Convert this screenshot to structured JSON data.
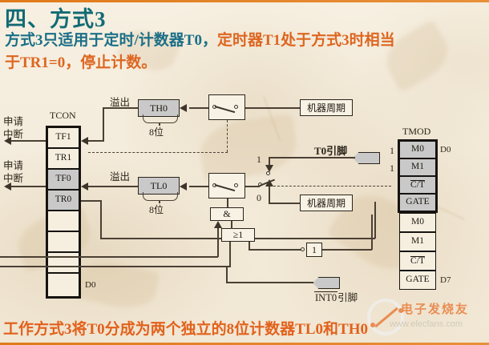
{
  "slide": {
    "title": "四、方式3",
    "paragraph": {
      "line1_teal": "方式3只适用于定时/计数器T0，",
      "line1_orange": "定时器T1处于方式3时相当",
      "line2_orange": "于TR1=0，停止计数。"
    },
    "footer": "工作方式3将T0分成为两个独立的8位计数器TL0和TH0",
    "colors": {
      "title": "#116b74",
      "teal_text": "#1b6f87",
      "orange_text": "#dd6620",
      "footer": "#e2611c",
      "page_bg": "#f4ecdc",
      "rule": "#e07a1a",
      "shaded_cell": "#c9c9c9",
      "wire": "#4a4034"
    }
  },
  "diagram": {
    "labels": {
      "interrupt_request_1": [
        "申请",
        "中断"
      ],
      "interrupt_request_2": [
        "申请",
        "中断"
      ],
      "tcon_title": "TCON",
      "tmod_title": "TMOD",
      "overflow_1": "溢出",
      "overflow_2": "溢出",
      "bits_1": "8位",
      "bits_2": "8位",
      "machine_cycle_1": "机器周期",
      "machine_cycle_2": "机器周期",
      "t0_pin": "T0引脚",
      "int0_pin": "INT0引脚",
      "int0_pin_overline": "INT0",
      "int0_pin_rest": "引脚",
      "d0_left": "D0",
      "d0_right": "D0",
      "d7_right": "D7",
      "sw_one": "1",
      "sw_zero": "0",
      "tmod_m0_value": "1",
      "tmod_m1_value": "1"
    },
    "tcon": {
      "title": "TCON",
      "cells": [
        {
          "label": "TF1",
          "shaded": false
        },
        {
          "label": "TR1",
          "shaded": false
        },
        {
          "label": "TF0",
          "shaded": true
        },
        {
          "label": "TR0",
          "shaded": true
        },
        {
          "label": "",
          "shaded": false
        },
        {
          "label": "",
          "shaded": false
        },
        {
          "label": "",
          "shaded": false
        },
        {
          "label": "",
          "shaded": false
        }
      ]
    },
    "tmod": {
      "title": "TMOD",
      "cells": [
        {
          "label": "M0",
          "shaded": true,
          "overline": false
        },
        {
          "label": "M1",
          "shaded": true,
          "overline": false
        },
        {
          "label": "C/T",
          "shaded": true,
          "overline": true
        },
        {
          "label": "GATE",
          "shaded": true,
          "overline": false
        },
        {
          "label": "M0",
          "shaded": false,
          "overline": false
        },
        {
          "label": "M1",
          "shaded": false,
          "overline": false
        },
        {
          "label": "C/T",
          "shaded": false,
          "overline": true
        },
        {
          "label": "GATE",
          "shaded": false,
          "overline": false
        }
      ]
    },
    "counters": [
      {
        "name": "TH0",
        "bits": "8位"
      },
      {
        "name": "TL0",
        "bits": "8位"
      }
    ],
    "gates": [
      {
        "name": "and-gate",
        "symbol": "&"
      },
      {
        "name": "or-gate",
        "symbol": "≥1"
      },
      {
        "name": "buffer-gate",
        "symbol": "1"
      }
    ],
    "machine_cycle_boxes": [
      "机器周期",
      "机器周期"
    ],
    "pins": [
      "T0引脚",
      "INT0引脚"
    ]
  },
  "watermark": {
    "brand": "电子发烧友",
    "url": "www.elecfans.com"
  }
}
